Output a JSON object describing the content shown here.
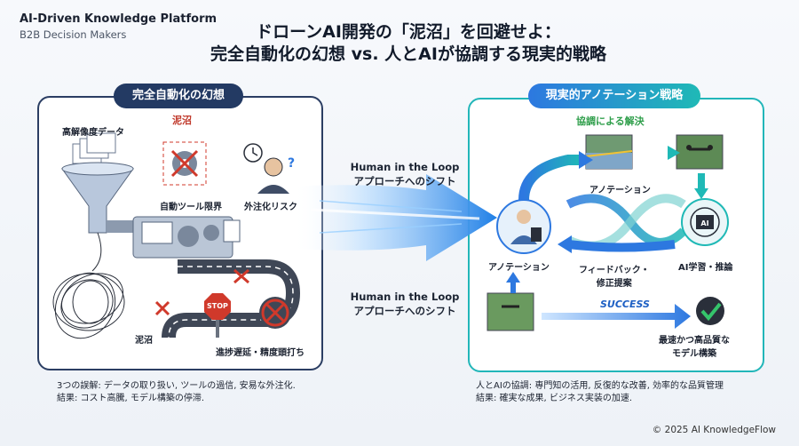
{
  "header": {
    "brand_name": "AI-Driven Knowledge Platform",
    "brand_sub": "B2B Decision Makers",
    "title_line1": "ドローンAI開発の「泥沼」を回避せよ：",
    "title_line2": "完全自動化の幻想 vs. 人とAIが協調する現実的戦略"
  },
  "left_panel": {
    "pill": "完全自動化の幻想",
    "section": "泥沼",
    "data_label": "高解像度データ",
    "tool_label": "自動ツール限界",
    "outsource_label": "外注化リスク",
    "quagmire_label": "泥沼",
    "stop_text": "STOP",
    "delay_label": "進捗遅延・精度頭打ち",
    "note_line1": "3つの誤解: データの取り扱い, ツールの過信, 安易な外注化.",
    "note_line2": "結果: コスト高騰, モデル構築の停滞."
  },
  "middle": {
    "text_top_1": "Human in the Loop",
    "text_top_2": "アプローチへのシフト",
    "text_bottom_1": "Human in the Loop",
    "text_bottom_2": "アプローチへのシフト"
  },
  "right_panel": {
    "pill": "現実的アノテーション戦略",
    "section": "協調による解決",
    "annotation_top": "アノテーション",
    "annotation_left": "アノテーション",
    "feedback_1": "フィードバック・",
    "feedback_2": "修正提案",
    "ai_label": "AI学習・推論",
    "ai_chip": "AI",
    "success": "SUCCESS",
    "outcome_1": "最速かつ高品質な",
    "outcome_2": "モデル構築",
    "note_line1": "人とAIの協調: 専門知の活用, 反復的な改善, 効率的な品質管理",
    "note_line2": "結果: 確実な成果, ビジネス実装の加速."
  },
  "footer": {
    "copyright": "© 2025 AI KnowledgeFlow"
  },
  "colors": {
    "navy": "#233a63",
    "teal": "#1fb9b6",
    "blue": "#2d78e0",
    "red": "#d0392b",
    "green": "#2e9e4a"
  }
}
